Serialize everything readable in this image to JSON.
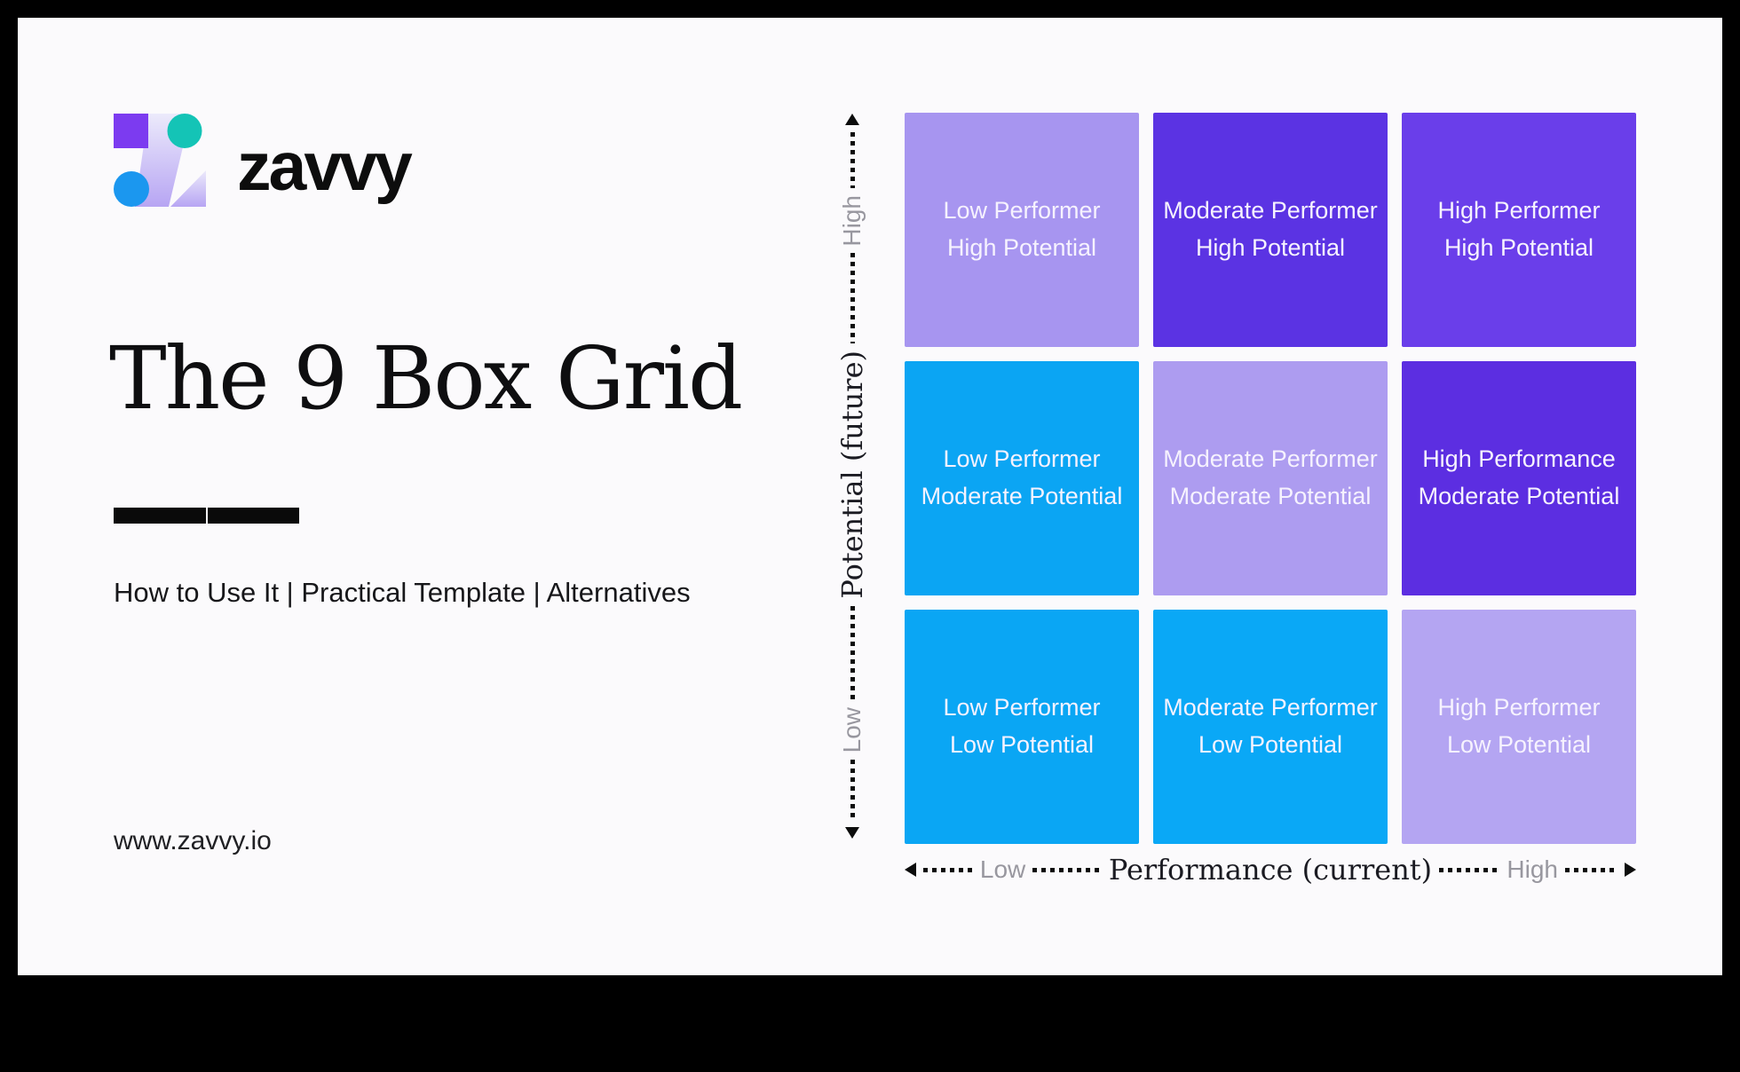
{
  "header": {
    "logo_text": "zavvy"
  },
  "title": "The 9 Box Grid",
  "subtitle": "How to Use It | Practical Template | Alternatives",
  "footer": {
    "website": "www.zavvy.io"
  },
  "matrix": {
    "cells": [
      {
        "line1": "Low Performer",
        "line2": "High Potential",
        "color": "#a795f0"
      },
      {
        "line1": "Moderate Performer",
        "line2": "High Potential",
        "color": "#5b33e3"
      },
      {
        "line1": "High Performer",
        "line2": "High Potential",
        "color": "#6a3eea"
      },
      {
        "line1": "Low Performer",
        "line2": "Moderate Potential",
        "color": "#0ba5f3"
      },
      {
        "line1": "Moderate Performer",
        "line2": "Moderate Potential",
        "color": "#ad9cf0"
      },
      {
        "line1": "High Performance",
        "line2": "Moderate Potential",
        "color": "#5c2ee1"
      },
      {
        "line1": "Low Performer",
        "line2": "Low Potential",
        "color": "#0aa6f4"
      },
      {
        "line1": "Moderate Performer",
        "line2": "Low Potential",
        "color": "#0aa8f6"
      },
      {
        "line1": "High Performer",
        "line2": "Low Potential",
        "color": "#b4a5f2"
      }
    ],
    "y_axis": {
      "label": "Potential (future)",
      "top_label": "High",
      "bottom_label": "Low"
    },
    "x_axis": {
      "label": "Performance (current)",
      "left_label": "Low",
      "right_label": "High"
    }
  },
  "colors": {
    "background": "#fbfafc",
    "frame": "#000000",
    "cell_text": "#f6f2fe",
    "logo_square": "#7c3bf0",
    "logo_teal_circle": "#14c4b6",
    "logo_blue_circle": "#1b97ef"
  }
}
